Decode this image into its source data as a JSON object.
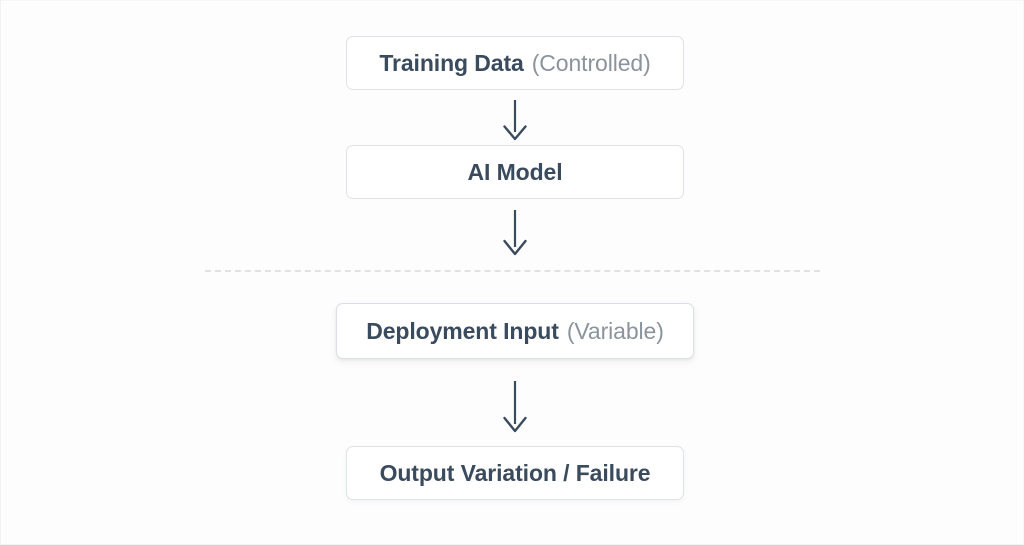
{
  "diagram": {
    "title": "AI model training to deployment failure flow",
    "background_color": "#fdfdfd",
    "accent_text_color": "#3b4b5e",
    "muted_text_color": "#8b939d",
    "border_color": "#dfe2e6",
    "divider_color": "#e2e2e3",
    "nodes": [
      {
        "id": "training-data",
        "main": "Training Data",
        "sub": "(Controlled)"
      },
      {
        "id": "ai-model",
        "main": "AI Model",
        "sub": ""
      },
      {
        "id": "deployment-input",
        "main": "Deployment Input",
        "sub": "(Variable)"
      },
      {
        "id": "output-variation",
        "main": "Output Variation / Failure",
        "sub": ""
      }
    ],
    "connectors": [
      {
        "id": "arrow-training-to-model",
        "direction": "down"
      },
      {
        "id": "arrow-model-to-deployment",
        "direction": "down"
      },
      {
        "id": "arrow-deployment-to-output",
        "direction": "down"
      }
    ],
    "divider": {
      "id": "phase-divider",
      "style": "dashed",
      "orientation": "horizontal"
    }
  }
}
